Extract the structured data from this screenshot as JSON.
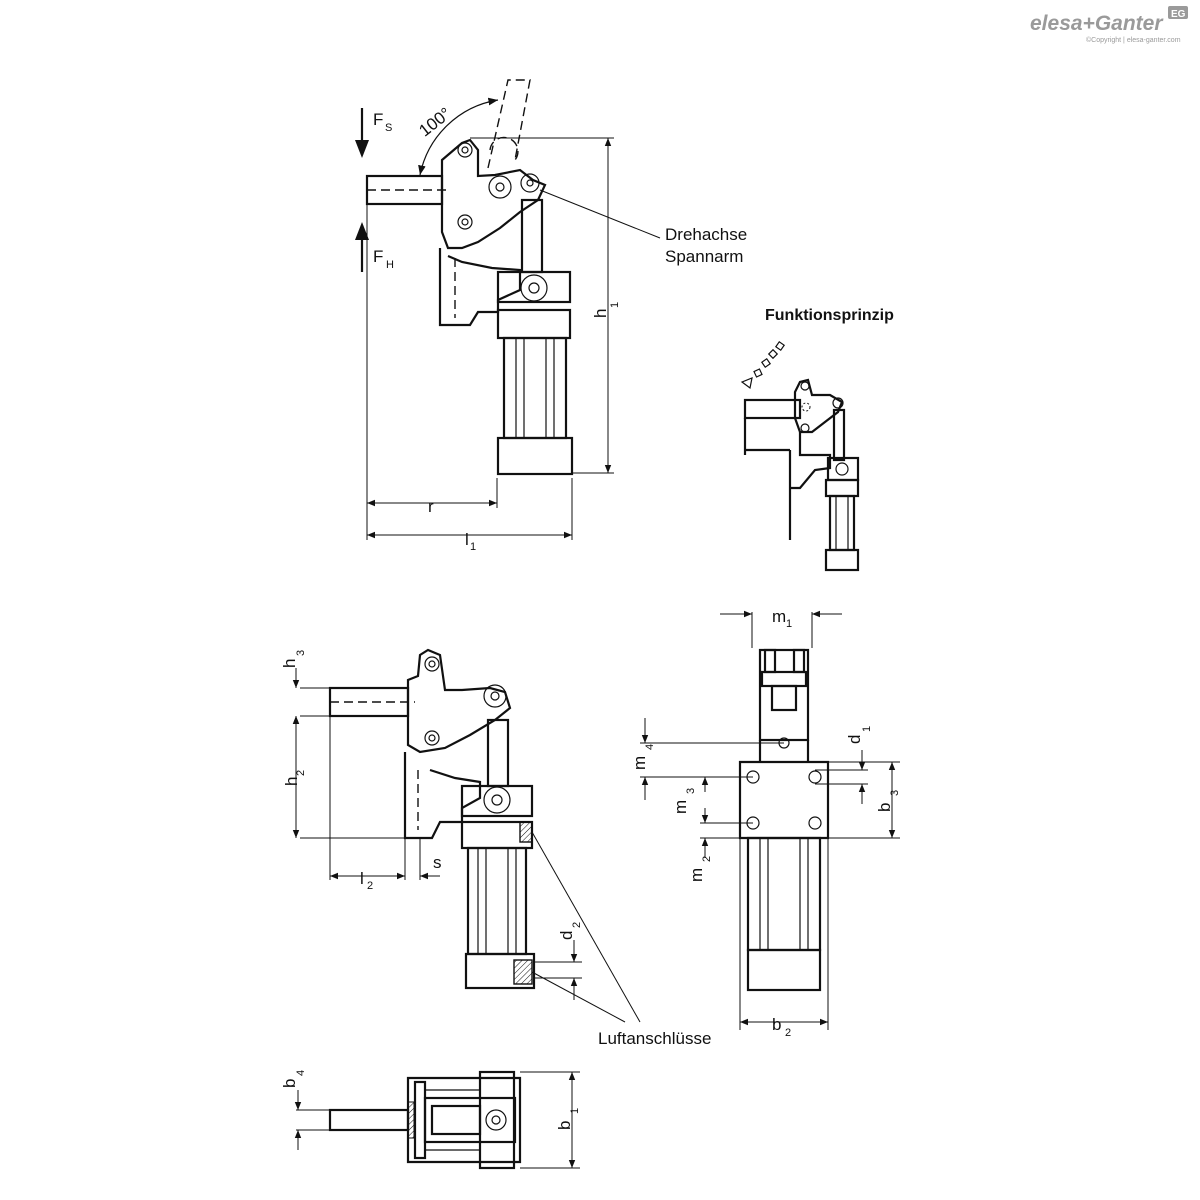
{
  "brand": {
    "name": "elesa+Ganter",
    "badge": "EG",
    "copyright": "©Copyright | elesa-ganter.com"
  },
  "labels": {
    "force_s": "F",
    "force_s_sub": "S",
    "force_h": "F",
    "force_h_sub": "H",
    "angle": "100°",
    "pivot_line1": "Drehachse",
    "pivot_line2": "Spannarm",
    "principle": "Funktionsprinzip",
    "air_ports": "Luftanschlüsse"
  },
  "dimensions": {
    "h1": {
      "main": "h",
      "sub": "1"
    },
    "r": {
      "main": "r",
      "sub": ""
    },
    "l1": {
      "main": "l",
      "sub": "1"
    },
    "h3": {
      "main": "h",
      "sub": "3"
    },
    "h2": {
      "main": "h",
      "sub": "2"
    },
    "l2": {
      "main": "l",
      "sub": "2"
    },
    "s": {
      "main": "s",
      "sub": ""
    },
    "d2": {
      "main": "d",
      "sub": "2"
    },
    "m1": {
      "main": "m",
      "sub": "1"
    },
    "m4": {
      "main": "m",
      "sub": "4"
    },
    "m3": {
      "main": "m",
      "sub": "3"
    },
    "m2": {
      "main": "m",
      "sub": "2"
    },
    "d1": {
      "main": "d",
      "sub": "1"
    },
    "b3": {
      "main": "b",
      "sub": "3"
    },
    "b2": {
      "main": "b",
      "sub": "2"
    },
    "b4": {
      "main": "b",
      "sub": "4"
    },
    "b1": {
      "main": "b",
      "sub": "1"
    }
  }
}
